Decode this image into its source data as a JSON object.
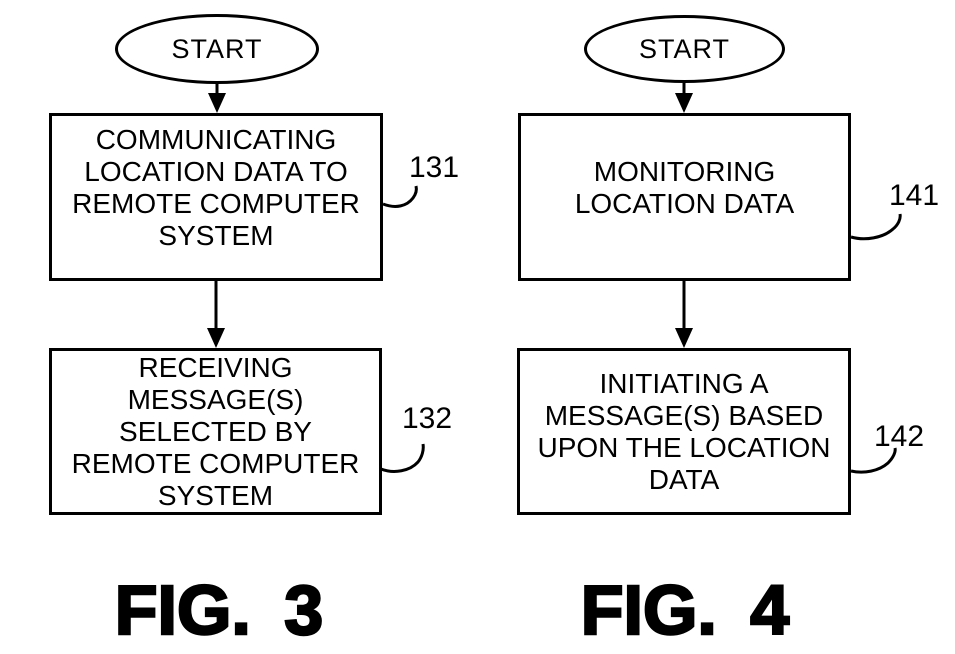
{
  "page": {
    "background_color": "#ffffff",
    "line_color": "#000000"
  },
  "fig3": {
    "caption": "FIG. 3",
    "start_label": "START",
    "step1": {
      "text": "COMMUNICATING\nLOCATION DATA TO\nREMOTE COMPUTER\nSYSTEM",
      "ref": "131"
    },
    "step2": {
      "text": "RECEIVING\nMESSAGE(S)\nSELECTED BY\nREMOTE COMPUTER\nSYSTEM",
      "ref": "132"
    }
  },
  "fig4": {
    "caption": "FIG. 4",
    "start_label": "START",
    "step1": {
      "text": "MONITORING\nLOCATION DATA",
      "ref": "141"
    },
    "step2": {
      "text": "INITIATING A\nMESSAGE(S) BASED\nUPON THE LOCATION\nDATA",
      "ref": "142"
    }
  }
}
